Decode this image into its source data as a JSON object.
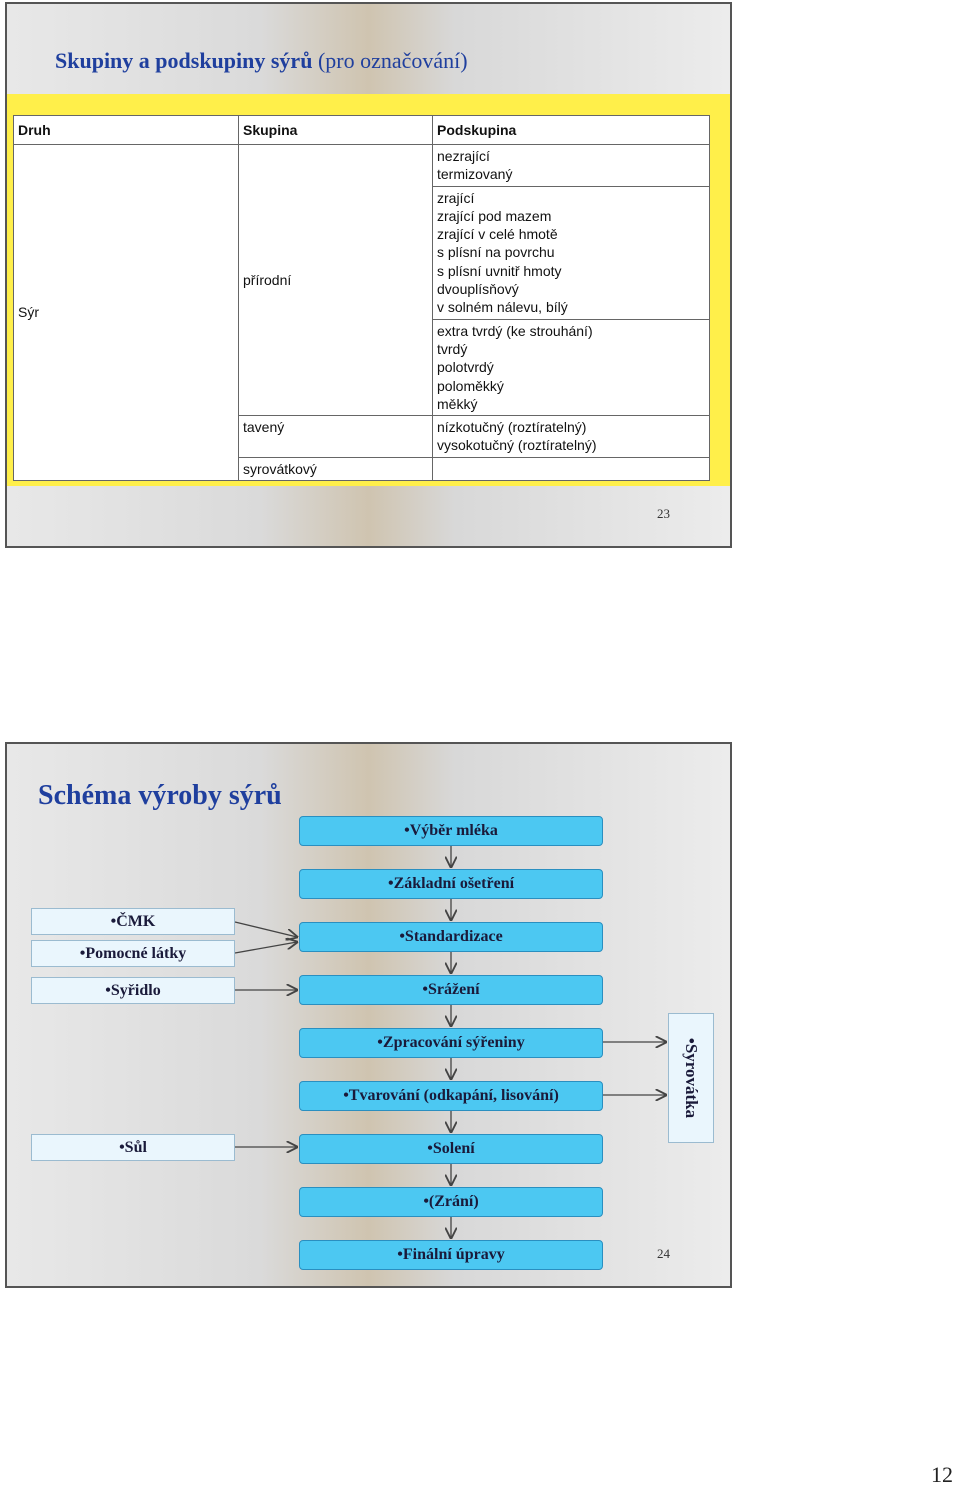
{
  "slide1": {
    "title_bold": "Skupiny a podskupiny sýrů",
    "title_normal": "(pro označování)",
    "table": {
      "headers": [
        "Druh",
        "Skupina",
        "Podskupina"
      ],
      "druh": "Sýr",
      "groups": [
        {
          "skupina": "přírodní",
          "blocks": [
            [
              "nezrající",
              "termizovaný"
            ],
            [
              "zrající",
              "zrající pod mazem",
              "zrající v celé hmotě",
              "s plísní na povrchu",
              "s plísní uvnitř hmoty",
              "dvouplísňový",
              "v solném nálevu, bílý"
            ],
            [
              "extra tvrdý (ke strouhání)",
              "tvrdý",
              "polotvrdý",
              "poloměkký",
              "měkký"
            ]
          ]
        },
        {
          "skupina": "tavený",
          "blocks": [
            [
              "nízkotučný (roztíratelný)",
              "vysokotučný (roztíratelný)"
            ]
          ]
        },
        {
          "skupina": "syrovátkový",
          "blocks": [
            []
          ]
        }
      ]
    },
    "page_number": "23"
  },
  "slide2": {
    "title": "Schéma výroby sýrů",
    "steps": [
      "•Výběr mléka",
      "•Základní ošetření",
      "•Standardizace",
      "•Srážení",
      "•Zpracování sýřeniny",
      "•Tvarování (odkapání, lisování)",
      "•Solení",
      "•(Zrání)",
      "•Finální úpravy"
    ],
    "inputs": [
      "•ČMK",
      "•Pomocné látky",
      "•Syřidlo",
      "•Sůl"
    ],
    "output": "•Syrovátka",
    "page_number": "24"
  },
  "sheet_number": "12",
  "colors": {
    "title_blue": "#1f3f9e",
    "panel_yellow": "#ffef4a",
    "step_blue": "#4cc8f2",
    "input_light_blue": "#eaf6fd"
  }
}
